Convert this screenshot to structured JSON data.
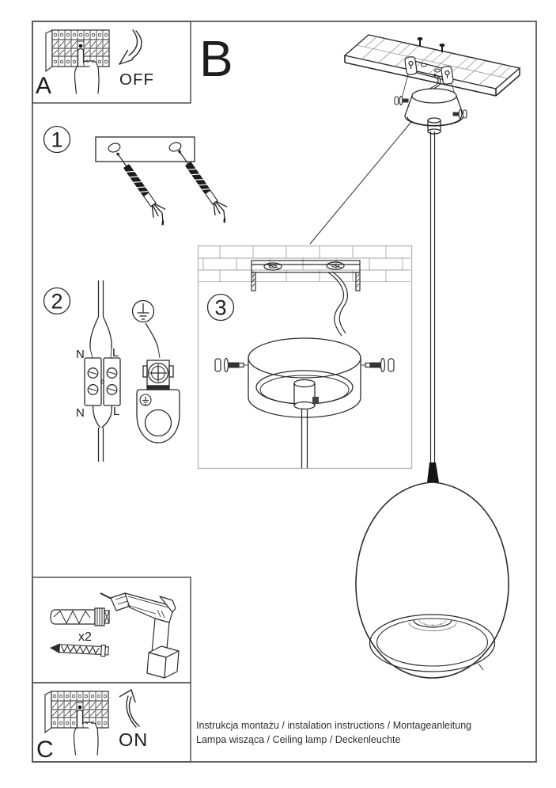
{
  "document": {
    "panels": {
      "a": "A",
      "b": "B",
      "c": "C"
    },
    "breaker": {
      "off": "OFF",
      "on": "ON"
    },
    "steps": {
      "step1": "1",
      "step2": "2",
      "step3": "3"
    },
    "wiring": {
      "n_top": "N",
      "l_top": "L",
      "n_bottom": "N",
      "l_bottom": "L"
    },
    "parts": {
      "anchor_qty": "x2"
    },
    "captions": {
      "line1": "Instrukcja montażu / instalation instructions / Montageanleitung",
      "line2": "Lampa wisząca / Ceiling lamp  / Deckenleuchte"
    },
    "colors": {
      "ink": "#2b2b2b",
      "frame": "#4f4f4f",
      "detail_frame": "#b8b8b8",
      "tile_line": "#a3a3a3",
      "paper": "#ffffff"
    }
  }
}
